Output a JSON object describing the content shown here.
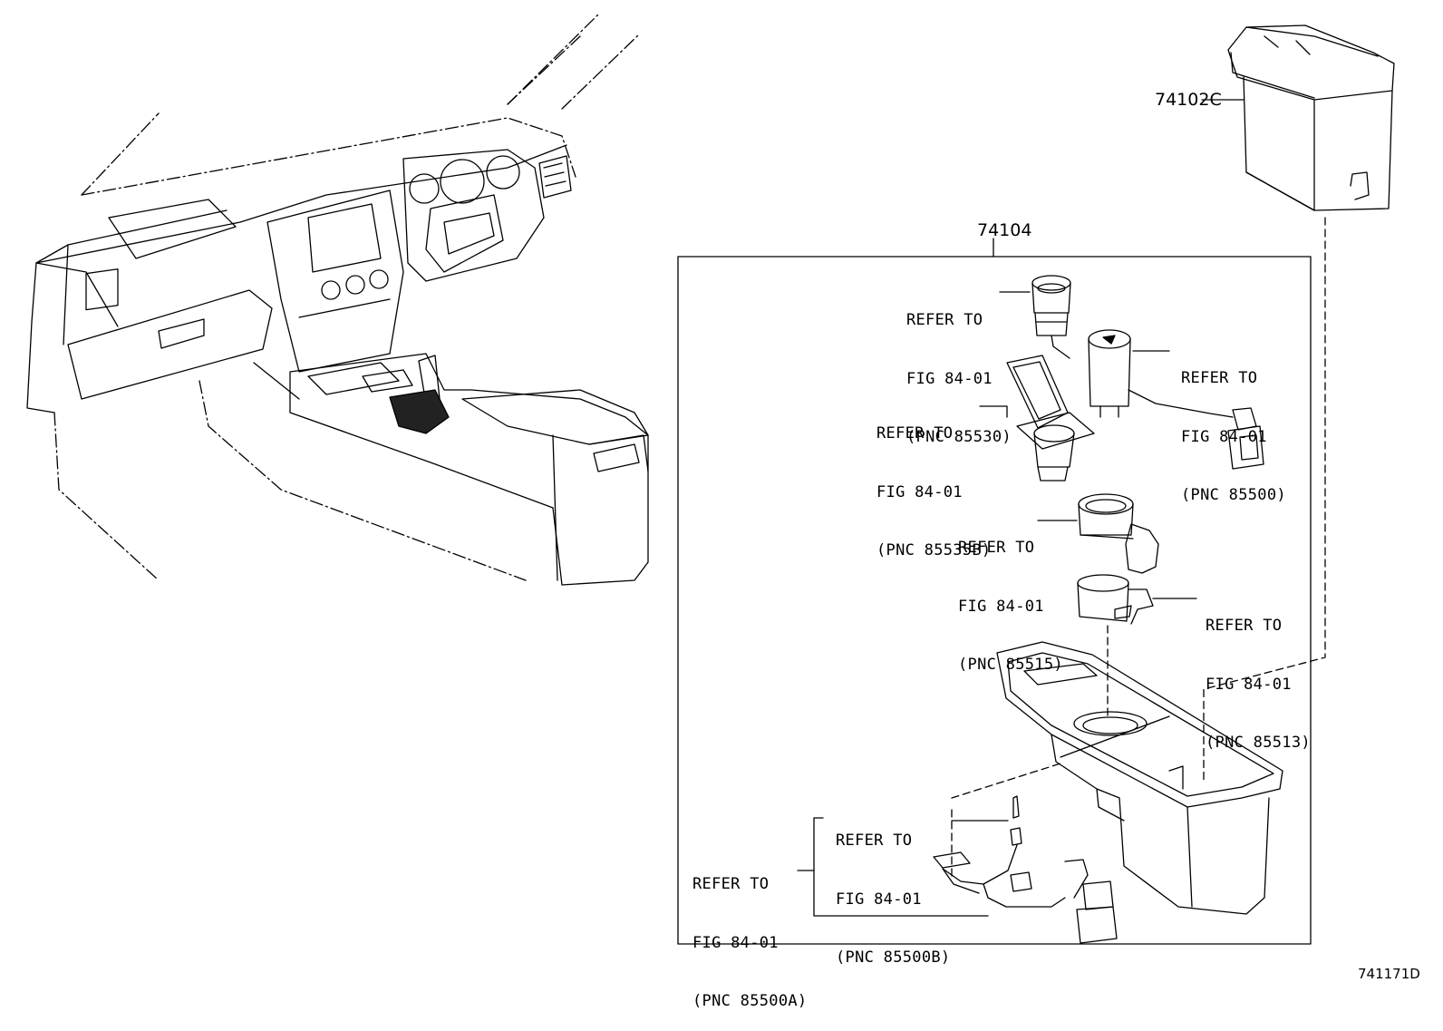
{
  "part_numbers": {
    "console_box": "74102C",
    "console_assy": "74104"
  },
  "refs": [
    {
      "id": "ref-85530",
      "line1": "REFER TO",
      "line2": "FIG 84-01",
      "line3": "(PNC 85530)"
    },
    {
      "id": "ref-85500",
      "line1": "REFER TO",
      "line2": "FIG 84-01",
      "line3": "(PNC 85500)"
    },
    {
      "id": "ref-85535b",
      "line1": "REFER TO",
      "line2": "FIG 84-01",
      "line3": "(PNC 85535B)"
    },
    {
      "id": "ref-85515",
      "line1": "REFER TO",
      "line2": "FIG 84-01",
      "line3": "(PNC 85515)"
    },
    {
      "id": "ref-85513",
      "line1": "REFER TO",
      "line2": "FIG 84-01",
      "line3": "(PNC 85513)"
    },
    {
      "id": "ref-85500b",
      "line1": "REFER TO",
      "line2": "FIG 84-01",
      "line3": "(PNC 85500B)"
    },
    {
      "id": "ref-85500a",
      "line1": "REFER TO",
      "line2": "FIG 84-01",
      "line3": "(PNC 85500A)"
    }
  ],
  "figure_id": "741171D",
  "icons": [
    "dashboard-illustration",
    "console-box-illustration",
    "cigarette-lighter-illustration",
    "power-outlet-illustration",
    "ashtray-illustration",
    "cup-holder-illustration",
    "cup-holder-bracket-illustration",
    "console-tray-illustration",
    "bulb-harness-illustration"
  ]
}
